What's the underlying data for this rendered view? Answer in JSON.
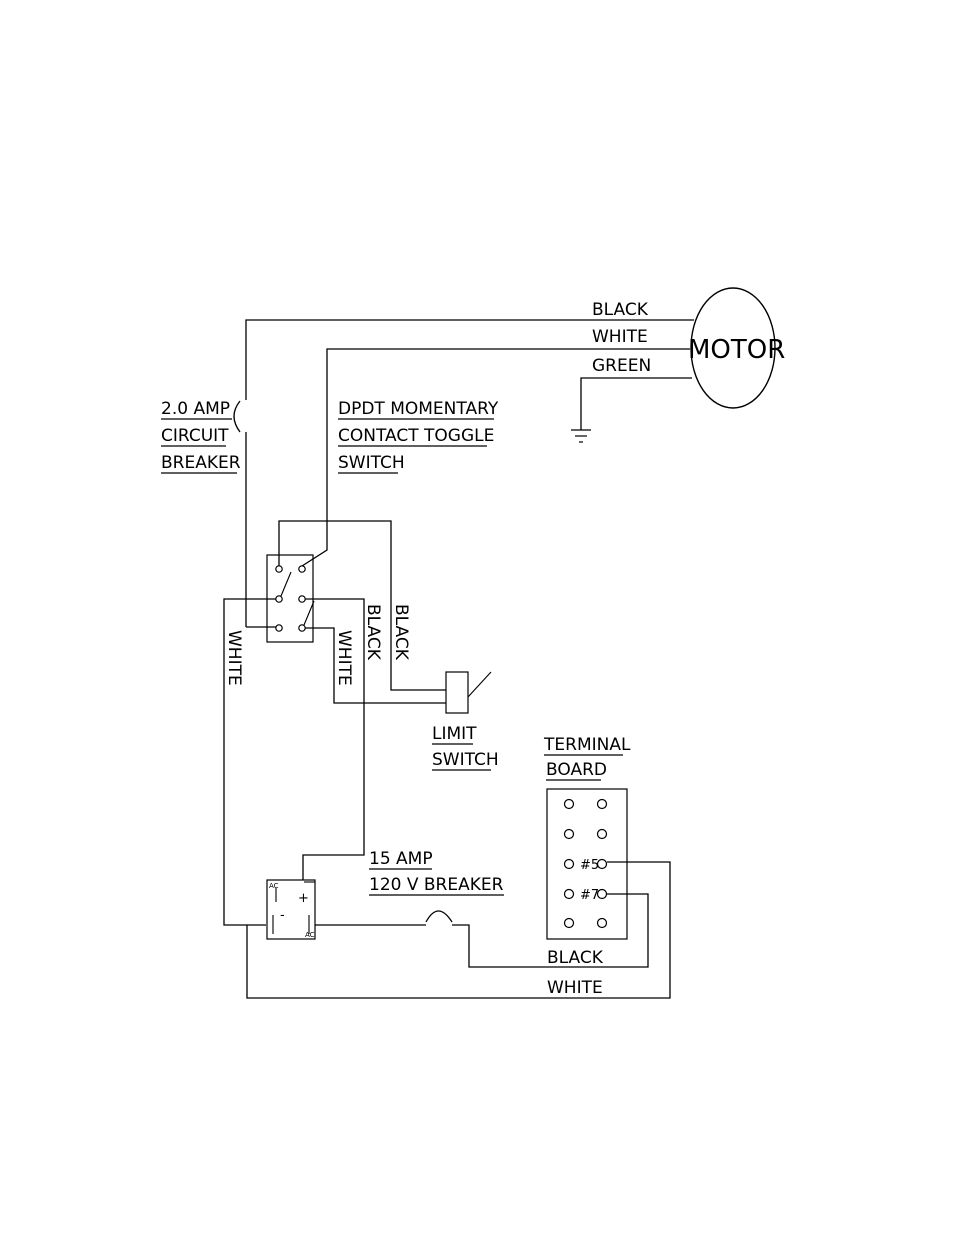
{
  "labels": {
    "motor": "MOTOR",
    "wire_black": "BLACK",
    "wire_white": "WHITE",
    "wire_green": "GREEN",
    "breaker_small_1": "2.0 AMP",
    "breaker_small_2": "CIRCUIT",
    "breaker_small_3": "BREAKER",
    "dpdt_1": "DPDT MOMENTARY",
    "dpdt_2": "CONTACT TOGGLE",
    "dpdt_3": "SWITCH",
    "vert_white_left": "WHITE",
    "vert_white_mid": "WHITE",
    "vert_black_1": "BLACK",
    "vert_black_2": "BLACK",
    "limit_1": "LIMIT",
    "limit_2": "SWITCH",
    "terminal_1": "TERMINAL",
    "terminal_2": "BOARD",
    "term_5": "#5",
    "term_7": "#7",
    "breaker_15_1": "15 AMP",
    "breaker_15_2": "120 V BREAKER",
    "bottom_black": "BLACK",
    "bottom_white": "WHITE",
    "ac_top": "AC",
    "ac_bottom": "AC",
    "plus": "+",
    "minus": "-"
  }
}
